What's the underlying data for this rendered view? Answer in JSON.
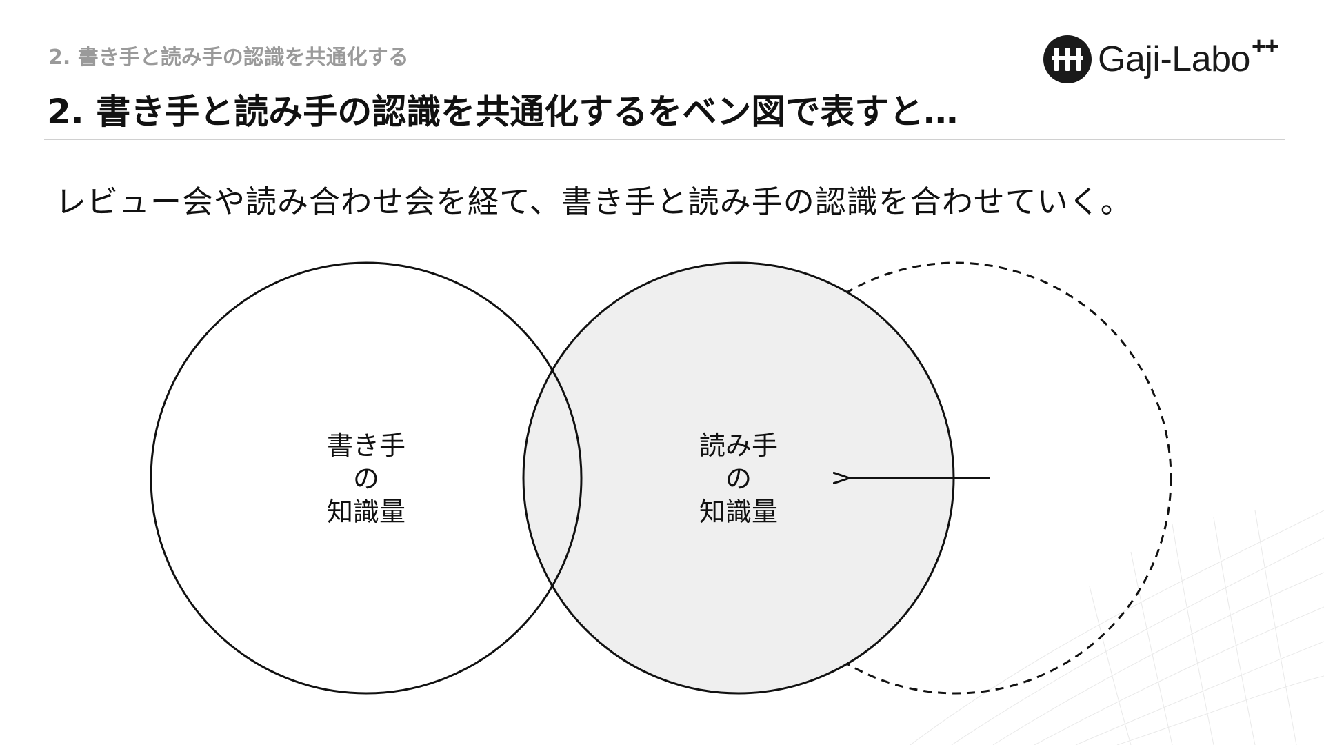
{
  "header": {
    "breadcrumb": "2. 書き手と読み手の認識を共通化する",
    "title": "2. 書き手と読み手の認識を共通化するをベン図で表すと…",
    "logo_text": "Gaji-Labo",
    "logo_superscript": "++"
  },
  "main": {
    "lead": "レビュー会や読み合わせ会を経て、書き手と読み手の認識を合わせていく。"
  },
  "diagram": {
    "writer_circle": {
      "line1": "書き手",
      "line2": "の",
      "line3": "知識量"
    },
    "reader_circle": {
      "line1": "読み手",
      "line2": "の",
      "line3": "知識量"
    },
    "colors": {
      "stroke": "#111111",
      "reader_fill": "#efefef",
      "dashed_stroke": "#111111"
    }
  }
}
